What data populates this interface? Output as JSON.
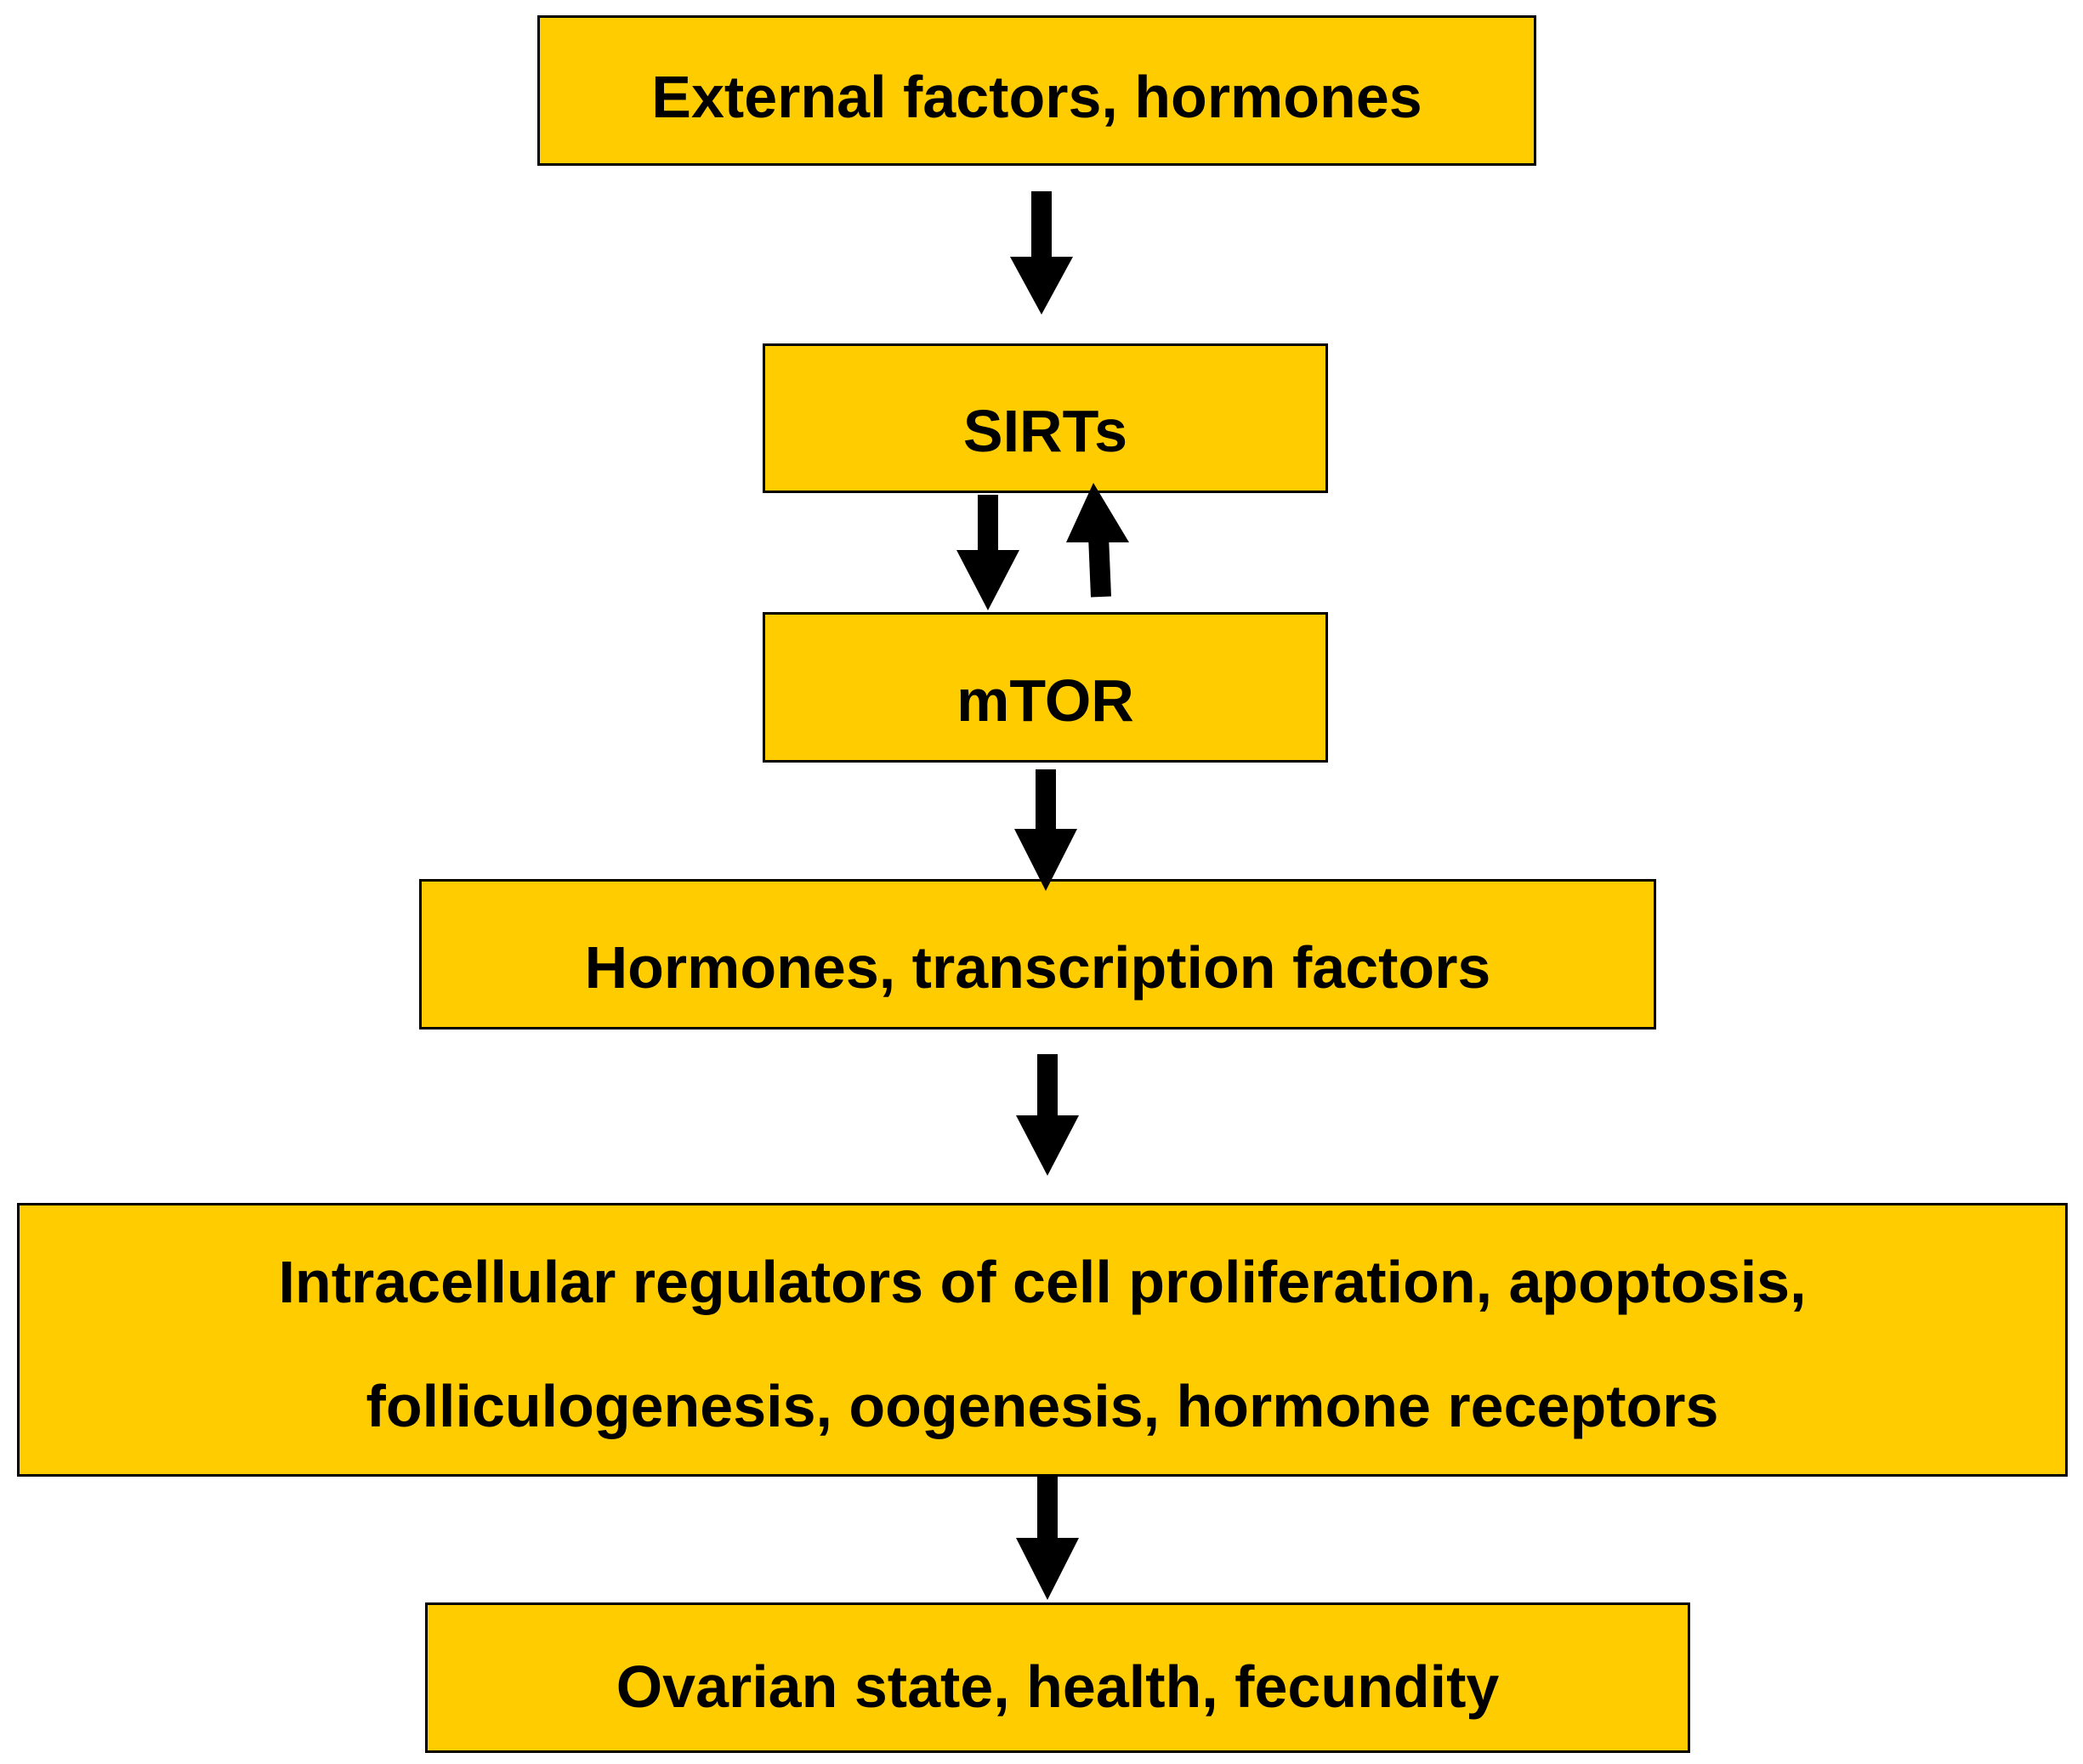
{
  "diagram": {
    "nodes": {
      "external": "External factors, hormones",
      "sirts": "SIRTs",
      "mtor": "mTOR",
      "hormones": "Hormones, transcription factors",
      "intracellular": {
        "line1": "Intracellular regulators of cell proliferation, apoptosis,",
        "line2": "folliculogenesis, oogenesis, hormone receptors"
      },
      "ovarian": "Ovarian state, health, fecundity"
    },
    "edges": [
      {
        "from": "external",
        "to": "sirts"
      },
      {
        "from": "sirts",
        "to": "mtor"
      },
      {
        "from": "mtor",
        "to": "sirts"
      },
      {
        "from": "mtor",
        "to": "hormones"
      },
      {
        "from": "hormones",
        "to": "intracellular"
      },
      {
        "from": "intracellular",
        "to": "ovarian"
      }
    ],
    "colors": {
      "box_fill": "#FFCC00",
      "box_border": "#000000",
      "arrow": "#000000",
      "text": "#000000"
    }
  }
}
